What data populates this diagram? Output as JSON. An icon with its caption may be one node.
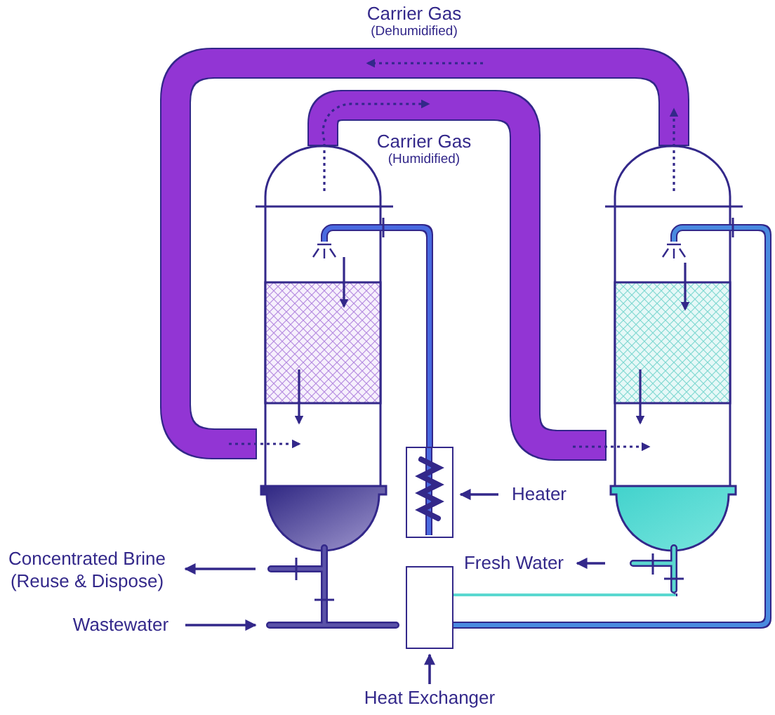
{
  "diagram": {
    "nodes": [
      {
        "text": [
          "Concentrated Brine (Reuse & Dispose)"
        ]
      },
      {
        "text": [
          "Wastewater"
        ]
      },
      {
        "text": [
          "Heater"
        ]
      },
      {
        "text": [
          "Fresh Water"
        ]
      },
      {
        "text": [
          "Heat Exchanger"
        ]
      },
      {
        "text": [],
        "shape": "box"
      },
      {
        "text": [],
        "shape": "box"
      },
      {
        "text": [],
        "shape": "tower"
      },
      {
        "text": [],
        "shape": "tower"
      }
    ],
    "edges": [
      {
        "from": 7,
        "to": 0,
        "arrow": "to"
      },
      {
        "from": 1,
        "to": 7,
        "arrow": "to"
      },
      {
        "from": 2,
        "to": 5,
        "arrow": "to"
      },
      {
        "from": 8,
        "to": 3,
        "arrow": "to"
      },
      {
        "from": 4,
        "to": 6,
        "arrow": "to"
      },
      {
        "from": 8,
        "to": 7,
        "arrow": "none",
        "style": "thick",
        "color": "#9234d4"
      },
      {
        "from": 7,
        "to": 8,
        "arrow": "none",
        "style": "thick",
        "color": "#9234d4"
      },
      {
        "from": 6,
        "to": 5,
        "arrow": "none",
        "color": "#4a6ae0"
      },
      {
        "from": 5,
        "to": 7,
        "arrow": "none",
        "color": "#4a6ae0"
      },
      {
        "from": 7,
        "to": 6,
        "arrow": "none",
        "color": "#5a52a8"
      },
      {
        "from": 8,
        "to": 6,
        "arrow": "none",
        "color": "#5ad8d0"
      },
      {
        "from": 6,
        "to": 8,
        "arrow": "none",
        "color": "#4a8ae0"
      }
    ],
    "labels": [
      "Carrier Gas",
      "(Dehumidified)",
      "Carrier Gas",
      "(Humidified)"
    ]
  }
}
